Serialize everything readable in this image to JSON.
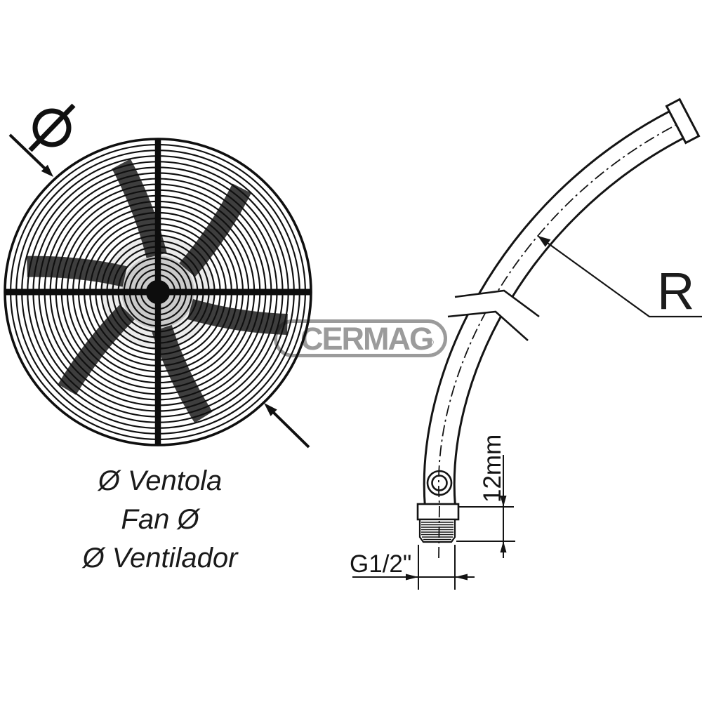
{
  "page": {
    "background": "#ffffff",
    "ink_color": "#141414"
  },
  "fan": {
    "diameter_symbol": "Ø",
    "labels": [
      "Ø Ventola",
      "Fan Ø",
      "Ø Ventilador"
    ]
  },
  "spout": {
    "radius_label": "R",
    "length_label": "12mm",
    "thread_label": "G1/2\""
  },
  "watermark": {
    "text": "CERMAG",
    "registered_mark": "®",
    "color": "#9b9b9b"
  }
}
